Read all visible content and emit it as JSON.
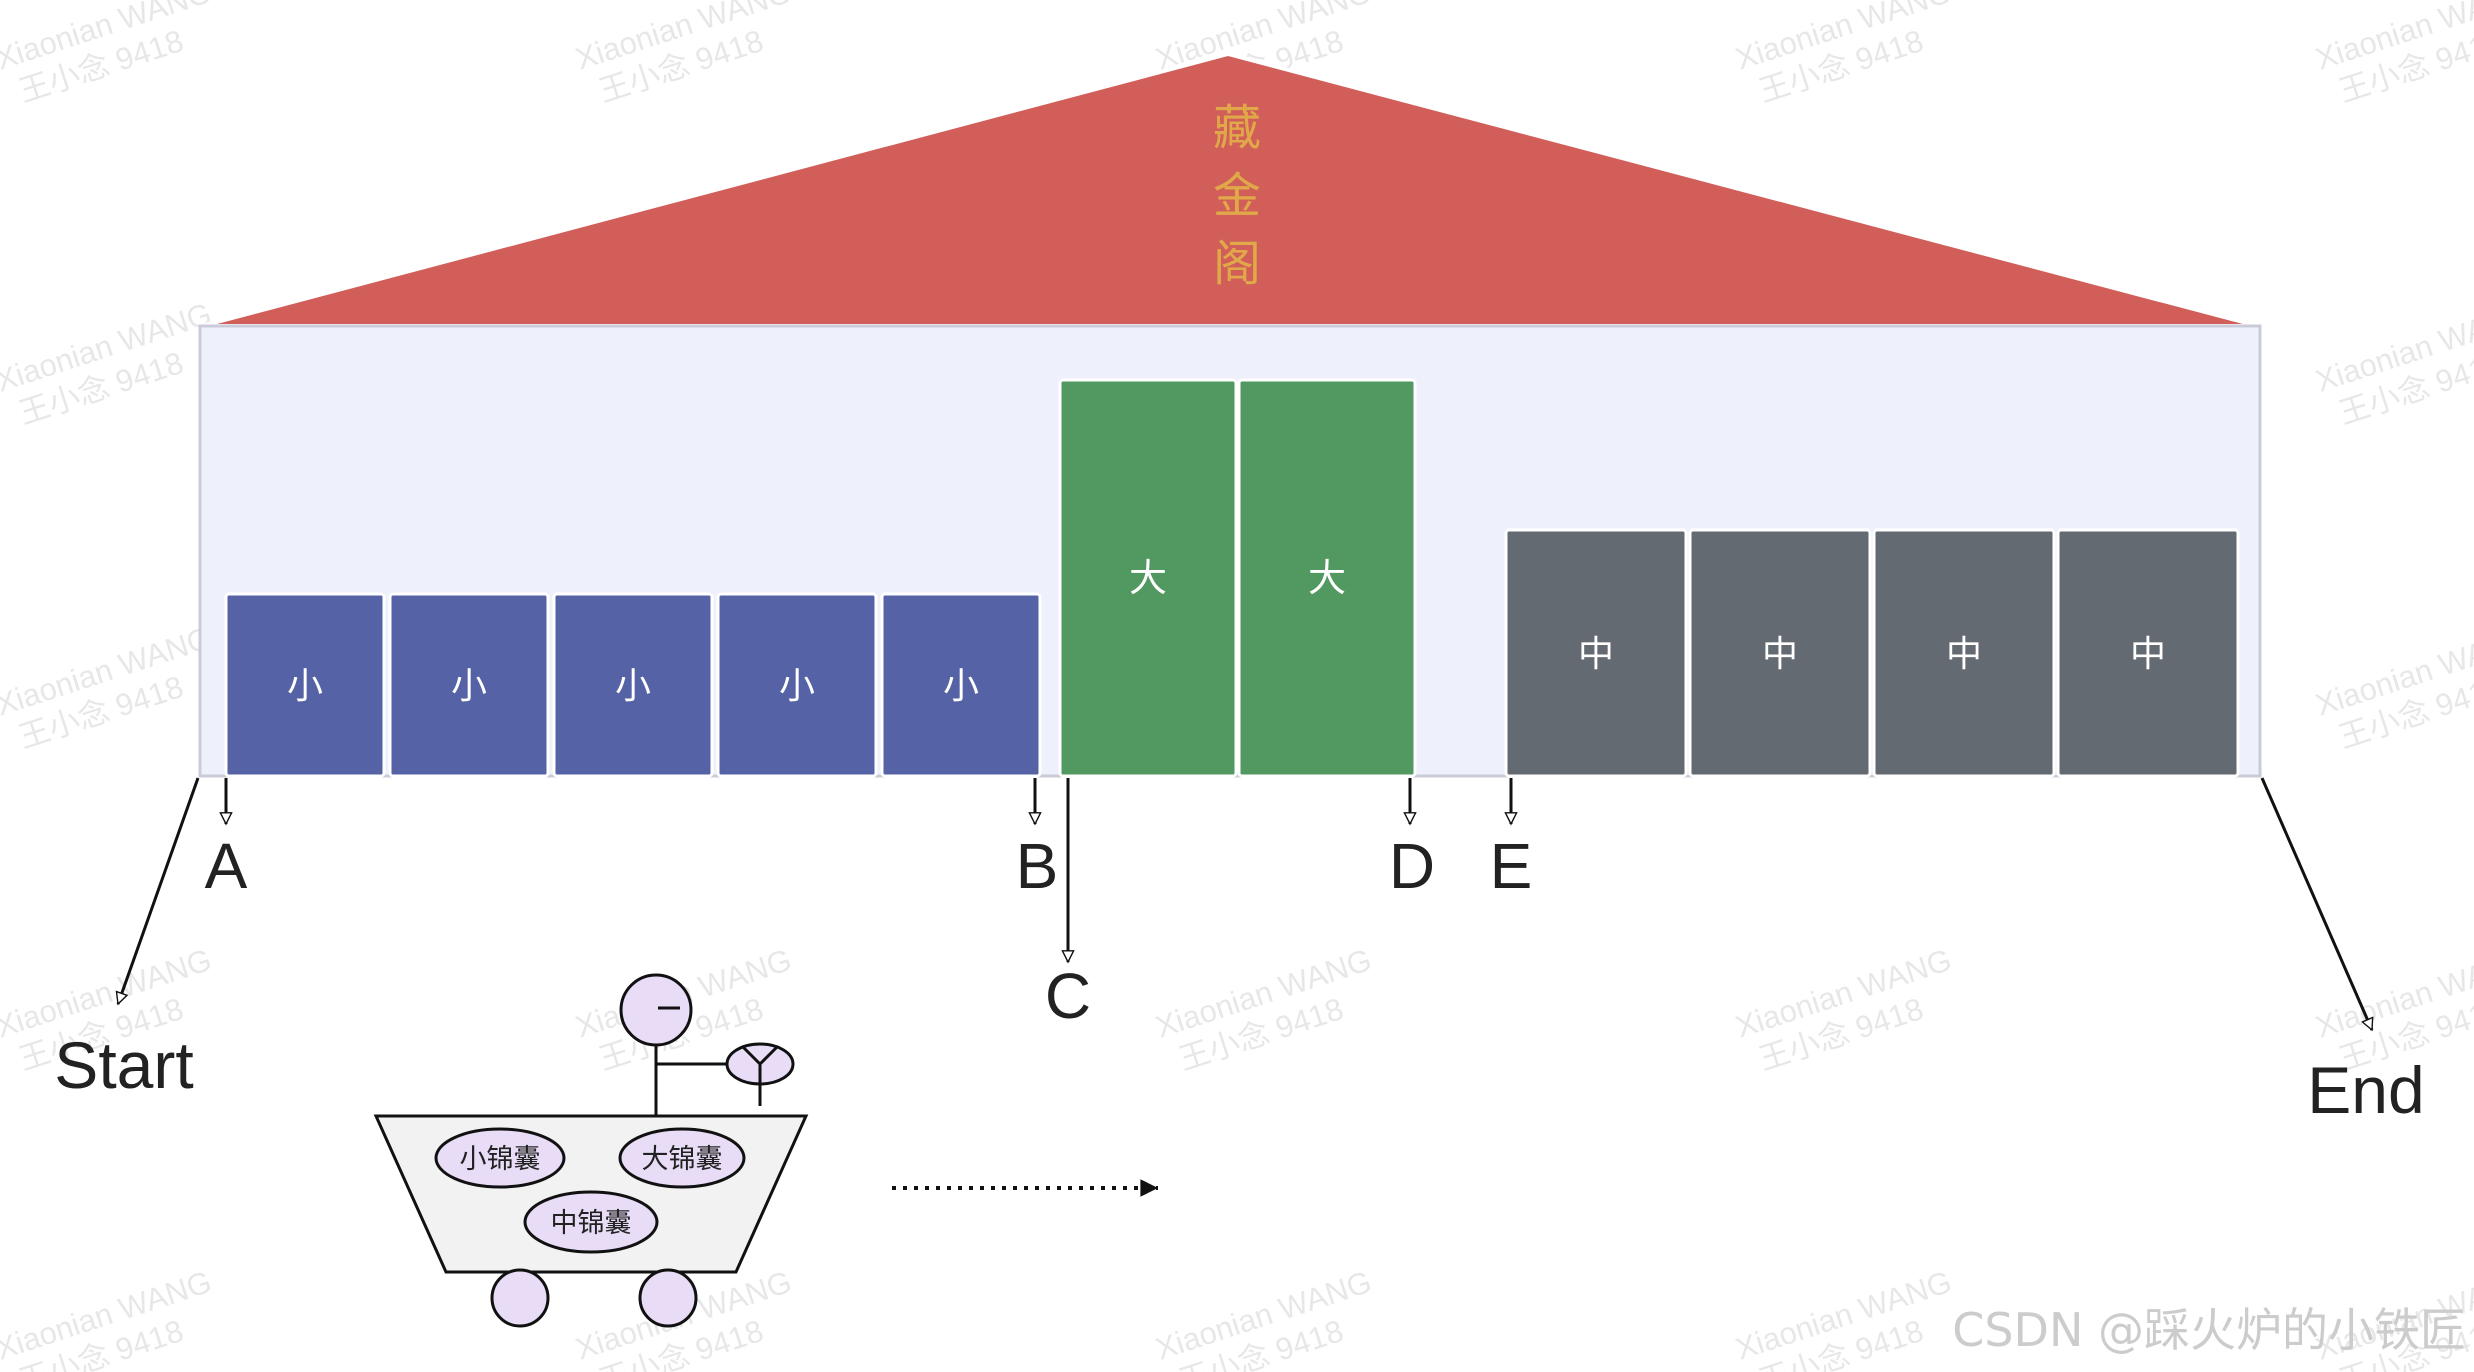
{
  "roof": {
    "title_chars": [
      "藏",
      "金",
      "阁"
    ],
    "color": "#d15e59",
    "title_color": "#e0a848"
  },
  "hall": {
    "color": "#eef0fb",
    "border": "#c9ccd8"
  },
  "boxes": {
    "small": {
      "label": "小",
      "count": 5,
      "color": "#5563a6"
    },
    "big": {
      "label": "大",
      "count": 2,
      "color": "#529961"
    },
    "medium": {
      "label": "中",
      "count": 4,
      "color": "#646a72"
    }
  },
  "markers": {
    "a": "A",
    "b": "B",
    "c": "C",
    "d": "D",
    "e": "E"
  },
  "endpoints": {
    "start": "Start",
    "end": "End"
  },
  "cart": {
    "bags": [
      "小锦囊",
      "大锦囊",
      "中锦囊"
    ],
    "bag_color": "#e8dcf7",
    "body_color": "#f2f2f2"
  },
  "watermark": {
    "line1": "Xiaonian WANG",
    "line2": "王小念 9418"
  },
  "credit": "CSDN @踩火炉的小铁匠"
}
